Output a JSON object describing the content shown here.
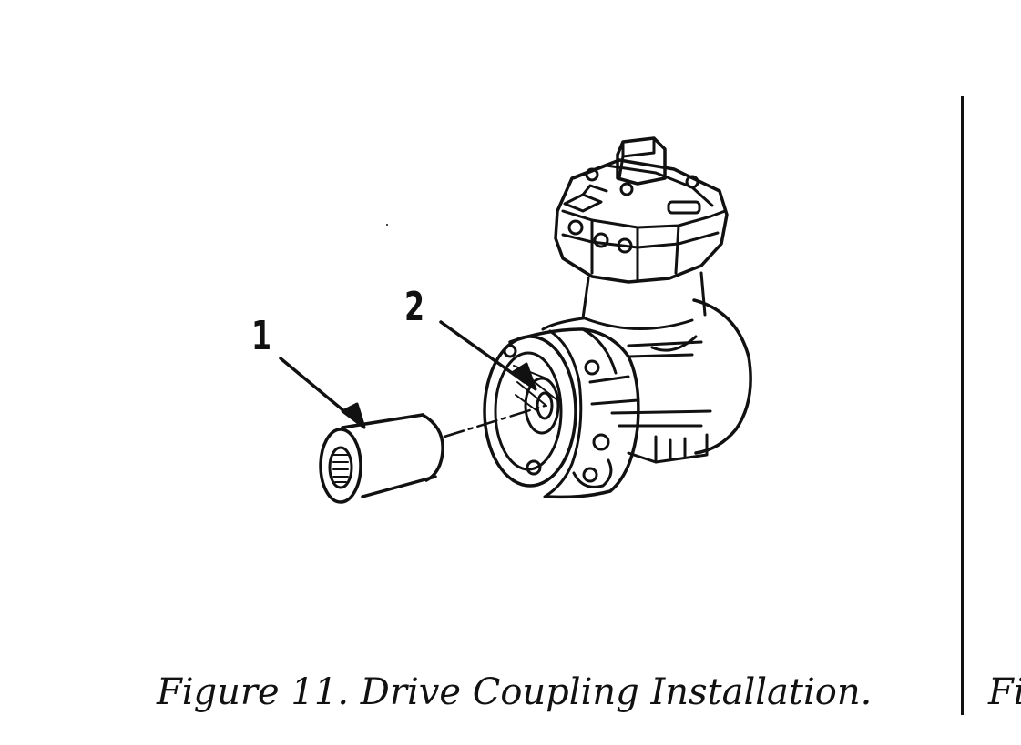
{
  "figure": {
    "callouts": {
      "item1": "1",
      "item2": "2"
    },
    "caption": "Figure 11. Drive Coupling Installation.",
    "next_caption_fragment": "Fi"
  }
}
